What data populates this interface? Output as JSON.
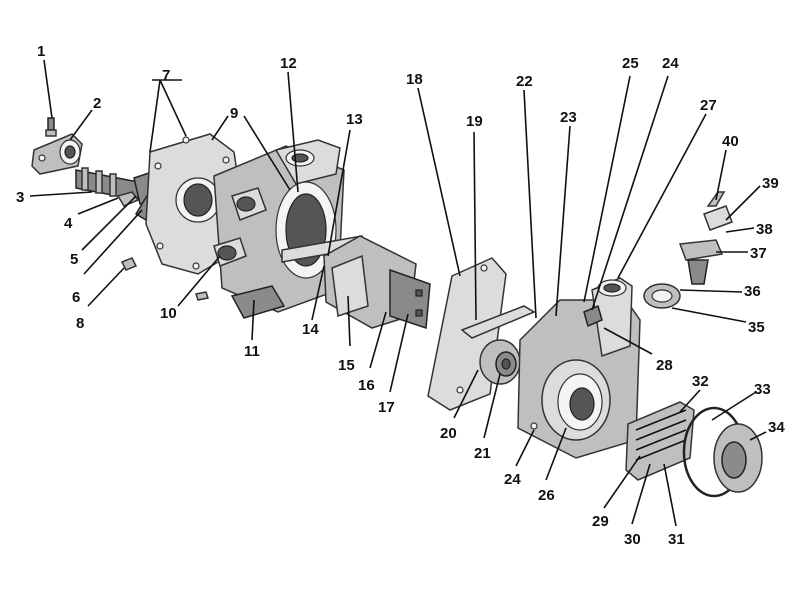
{
  "callouts": [
    {
      "id": "1",
      "text": "1"
    },
    {
      "id": "2",
      "text": "2"
    },
    {
      "id": "3",
      "text": "3"
    },
    {
      "id": "4",
      "text": "4"
    },
    {
      "id": "5",
      "text": "5"
    },
    {
      "id": "6",
      "text": "6"
    },
    {
      "id": "7",
      "text": "7"
    },
    {
      "id": "8",
      "text": "8"
    },
    {
      "id": "9",
      "text": "9"
    },
    {
      "id": "10",
      "text": "10"
    },
    {
      "id": "11",
      "text": "11"
    },
    {
      "id": "12",
      "text": "12"
    },
    {
      "id": "13",
      "text": "13"
    },
    {
      "id": "14",
      "text": "14"
    },
    {
      "id": "15",
      "text": "15"
    },
    {
      "id": "16",
      "text": "16"
    },
    {
      "id": "17",
      "text": "17"
    },
    {
      "id": "18",
      "text": "18"
    },
    {
      "id": "19",
      "text": "19"
    },
    {
      "id": "20",
      "text": "20"
    },
    {
      "id": "21",
      "text": "21"
    },
    {
      "id": "22",
      "text": "22"
    },
    {
      "id": "23",
      "text": "23"
    },
    {
      "id": "24a",
      "text": "24"
    },
    {
      "id": "24b",
      "text": "24"
    },
    {
      "id": "25",
      "text": "25"
    },
    {
      "id": "26",
      "text": "26"
    },
    {
      "id": "27",
      "text": "27"
    },
    {
      "id": "28",
      "text": "28"
    },
    {
      "id": "29",
      "text": "29"
    },
    {
      "id": "30",
      "text": "30"
    },
    {
      "id": "31",
      "text": "31"
    },
    {
      "id": "32",
      "text": "32"
    },
    {
      "id": "33",
      "text": "33"
    },
    {
      "id": "34",
      "text": "34"
    },
    {
      "id": "35",
      "text": "35"
    },
    {
      "id": "36",
      "text": "36"
    },
    {
      "id": "37",
      "text": "37"
    },
    {
      "id": "38",
      "text": "38"
    },
    {
      "id": "39",
      "text": "39"
    },
    {
      "id": "40",
      "text": "40"
    }
  ]
}
